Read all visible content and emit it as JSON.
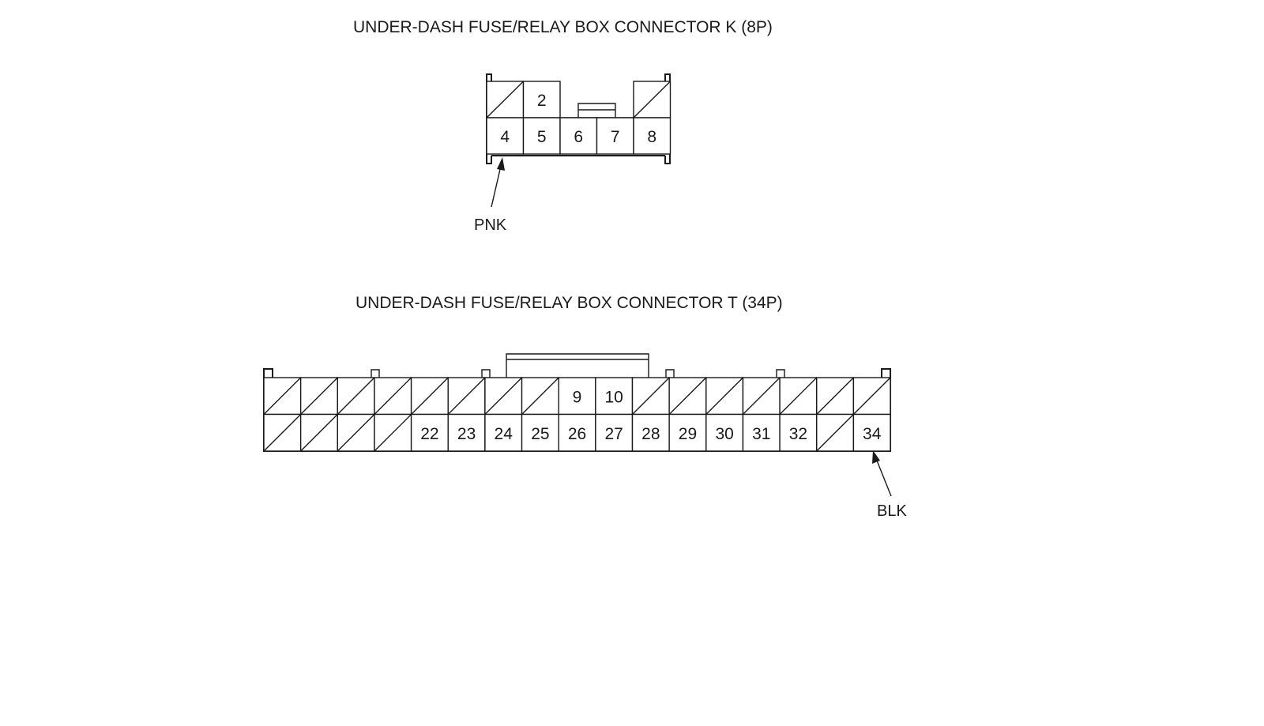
{
  "connector_k": {
    "title": "UNDER-DASH FUSE/RELAY BOX CONNECTOR K (8P)",
    "top_row": [
      {
        "pin": "",
        "blocked": true
      },
      {
        "pin": "2",
        "blocked": false
      },
      {
        "pin": "",
        "blocked": false,
        "absent": true
      },
      {
        "pin": "",
        "blocked": false,
        "absent": true
      },
      {
        "pin": "",
        "blocked": true
      }
    ],
    "bottom_row": [
      {
        "pin": "4",
        "blocked": false
      },
      {
        "pin": "5",
        "blocked": false
      },
      {
        "pin": "6",
        "blocked": false
      },
      {
        "pin": "7",
        "blocked": false
      },
      {
        "pin": "8",
        "blocked": false
      }
    ],
    "callout": {
      "label": "PNK",
      "pin": "4"
    }
  },
  "connector_t": {
    "title": "UNDER-DASH FUSE/RELAY BOX CONNECTOR T (34P)",
    "top_row": [
      {
        "pin": "",
        "blocked": true
      },
      {
        "pin": "",
        "blocked": true
      },
      {
        "pin": "",
        "blocked": true
      },
      {
        "pin": "",
        "blocked": true
      },
      {
        "pin": "",
        "blocked": true
      },
      {
        "pin": "",
        "blocked": true
      },
      {
        "pin": "",
        "blocked": true
      },
      {
        "pin": "",
        "blocked": true
      },
      {
        "pin": "9",
        "blocked": false
      },
      {
        "pin": "10",
        "blocked": false
      },
      {
        "pin": "",
        "blocked": true
      },
      {
        "pin": "",
        "blocked": true
      },
      {
        "pin": "",
        "blocked": true
      },
      {
        "pin": "",
        "blocked": true
      },
      {
        "pin": "",
        "blocked": true
      },
      {
        "pin": "",
        "blocked": true
      },
      {
        "pin": "",
        "blocked": true
      }
    ],
    "bottom_row": [
      {
        "pin": "",
        "blocked": true
      },
      {
        "pin": "",
        "blocked": true
      },
      {
        "pin": "",
        "blocked": true
      },
      {
        "pin": "",
        "blocked": true
      },
      {
        "pin": "22",
        "blocked": false
      },
      {
        "pin": "23",
        "blocked": false
      },
      {
        "pin": "24",
        "blocked": false
      },
      {
        "pin": "25",
        "blocked": false
      },
      {
        "pin": "26",
        "blocked": false
      },
      {
        "pin": "27",
        "blocked": false
      },
      {
        "pin": "28",
        "blocked": false
      },
      {
        "pin": "29",
        "blocked": false
      },
      {
        "pin": "30",
        "blocked": false
      },
      {
        "pin": "31",
        "blocked": false
      },
      {
        "pin": "32",
        "blocked": false
      },
      {
        "pin": "",
        "blocked": true
      },
      {
        "pin": "34",
        "blocked": false
      }
    ],
    "callout": {
      "label": "BLK",
      "pin": "34"
    }
  }
}
